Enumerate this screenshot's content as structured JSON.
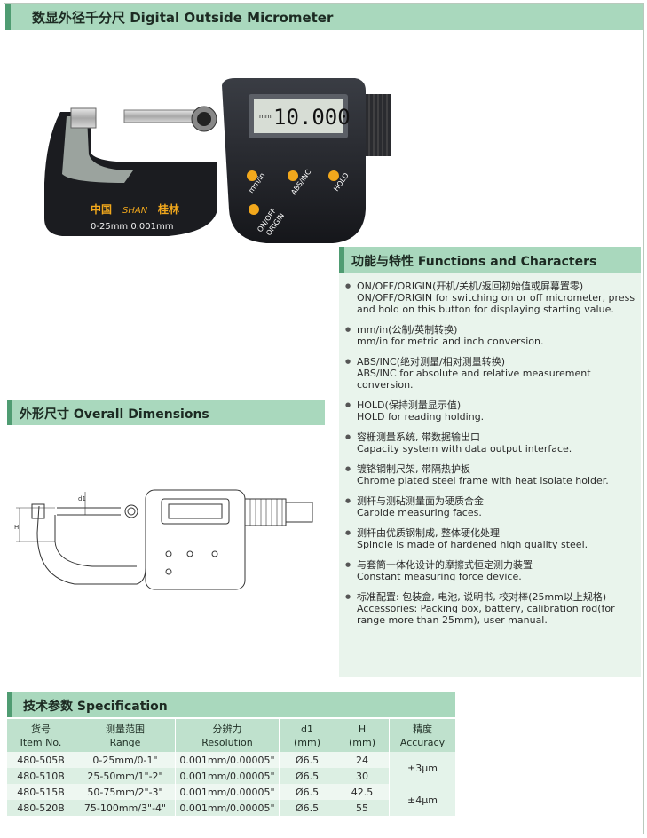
{
  "title": "数显外径千分尺 Digital Outside Micrometer",
  "product_image": {
    "display_value": "10.000",
    "display_unit": "mm",
    "buttons": [
      "mm/in",
      "ABS/INC",
      "HOLD",
      "ON/OFF",
      "ORIGIN"
    ],
    "brand": "中国",
    "brand_logo_text": "SHAN",
    "brand_cn": "桂林",
    "frame_label": "0-25mm 0.001mm"
  },
  "functions": {
    "heading": "功能与特性 Functions and Characters",
    "items": [
      {
        "cn": "ON/OFF/ORIGIN(开机/关机/返回初始值或屏幕置零)",
        "en": "ON/OFF/ORIGIN for switching on or off micrometer, press and hold on this button for displaying starting value."
      },
      {
        "cn": "mm/in(公制/英制转换)",
        "en": "mm/in for metric and inch conversion."
      },
      {
        "cn": "ABS/INC(绝对测量/相对测量转换)",
        "en": "ABS/INC for absolute and relative measurement conversion."
      },
      {
        "cn": "HOLD(保持测量显示值)",
        "en": "HOLD for reading holding."
      },
      {
        "cn": "容栅测量系统, 带数据输出口",
        "en": "Capacity system with data output interface."
      },
      {
        "cn": "镀铬钢制尺架, 带隔热护板",
        "en": "Chrome plated steel frame with heat isolate holder."
      },
      {
        "cn": "测杆与测砧测量面为硬质合金",
        "en": "Carbide measuring faces."
      },
      {
        "cn": "测杆由优质钢制成, 整体硬化处理",
        "en": "Spindle is made of hardened high quality steel."
      },
      {
        "cn": "与套筒一体化设计的摩擦式恒定测力装置",
        "en": "Constant measuring force device."
      },
      {
        "cn": "标准配置: 包装盒, 电池, 说明书, 校对棒(25mm以上规格)",
        "en": "Accessories: Packing box, battery, calibration rod(for range more than 25mm), user manual."
      }
    ]
  },
  "dimensions": {
    "heading": "外形尺寸 Overall Dimensions",
    "label_d1": "d1",
    "label_H": "H"
  },
  "spec": {
    "heading": "技术参数 Specification",
    "headers": [
      {
        "cn": "货号",
        "en": "Item No."
      },
      {
        "cn": "测量范围",
        "en": "Range"
      },
      {
        "cn": "分辨力",
        "en": "Resolution"
      },
      {
        "cn": "d1",
        "en": "(mm)"
      },
      {
        "cn": "H",
        "en": "(mm)"
      },
      {
        "cn": "精度",
        "en": "Accuracy"
      }
    ],
    "rows": [
      {
        "item": "480-505B",
        "range": "0-25mm/0-1\"",
        "res": "0.001mm/0.00005\"",
        "d1": "Ø6.5",
        "h": "24"
      },
      {
        "item": "480-510B",
        "range": "25-50mm/1\"-2\"",
        "res": "0.001mm/0.00005\"",
        "d1": "Ø6.5",
        "h": "30"
      },
      {
        "item": "480-515B",
        "range": "50-75mm/2\"-3\"",
        "res": "0.001mm/0.00005\"",
        "d1": "Ø6.5",
        "h": "42.5"
      },
      {
        "item": "480-520B",
        "range": "75-100mm/3\"-4\"",
        "res": "0.001mm/0.00005\"",
        "d1": "Ø6.5",
        "h": "55"
      }
    ],
    "accuracy": [
      "±3μm",
      "±4μm"
    ]
  }
}
